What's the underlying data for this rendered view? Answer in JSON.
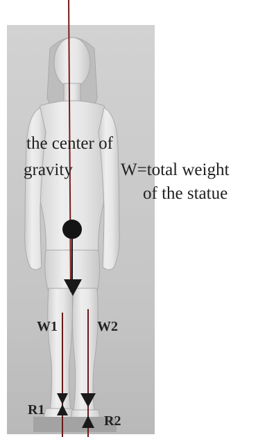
{
  "labels": {
    "center_of_gravity_line1": "the center of",
    "center_of_gravity_line2": "gravity",
    "weight_line1": "W=total weight",
    "weight_line2": "of the statue",
    "w1": "W1",
    "w2": "W2",
    "r1": "R1",
    "r2": "R2"
  },
  "colors": {
    "force_line": "#7a1a1a",
    "arrowhead": "#1a1a1a",
    "text": "#1f1f1f",
    "photo_background": "#cfcfcf",
    "statue": "#e3e3e3"
  },
  "icons": {
    "center_of_gravity_marker": "filled-circle",
    "weight_arrows": "downward-arrowhead",
    "reaction_arrows": "upward-arrowhead"
  }
}
